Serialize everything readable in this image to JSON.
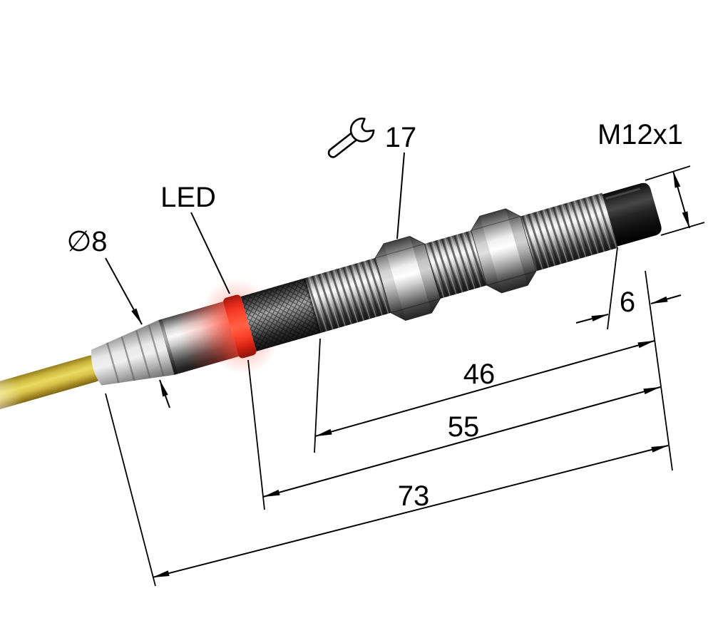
{
  "labels": {
    "cable_diameter": "∅8",
    "led": "LED",
    "wrench_size": "17",
    "thread_spec": "M12x1",
    "cap_length": "6",
    "thread_length": "46",
    "barrel_length": "55",
    "total_length": "73"
  },
  "icons": {
    "wrench": "wrench-icon"
  },
  "colors": {
    "background": "#ffffff",
    "cable": "#e0cc52",
    "boot": "#d9d9d9",
    "led_ring": "#ff4a30",
    "metal_highlight": "#fbfbfb",
    "metal_shadow": "#1c1c1c",
    "connector_cap": "#111111",
    "dimension_lines": "#000000"
  }
}
